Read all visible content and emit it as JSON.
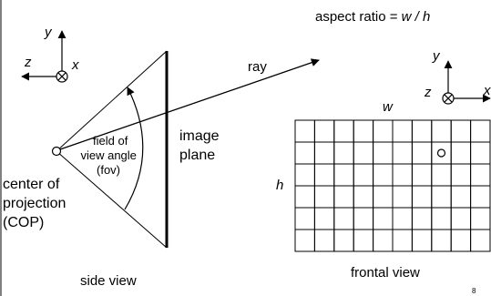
{
  "aspect_ratio_prefix": "aspect ratio = ",
  "aspect_ratio_formula": "w / h",
  "axes_left": {
    "y": "y",
    "z": "z",
    "x": "x"
  },
  "axes_right": {
    "y": "y",
    "z": "z",
    "x": "x"
  },
  "ray_label": "ray",
  "fov_label": [
    "field of",
    "view angle",
    "(fov)"
  ],
  "image_plane_label": [
    "image",
    "plane"
  ],
  "cop_label": [
    "center of",
    "projection",
    "(COP)"
  ],
  "grid": {
    "width_label": "w",
    "height_label": "h",
    "columns": 10,
    "rows": 6,
    "marked_column": 7,
    "marked_row": 1
  },
  "side_view_label": "side view",
  "frontal_view_label": "frontal view",
  "page_number": "8"
}
